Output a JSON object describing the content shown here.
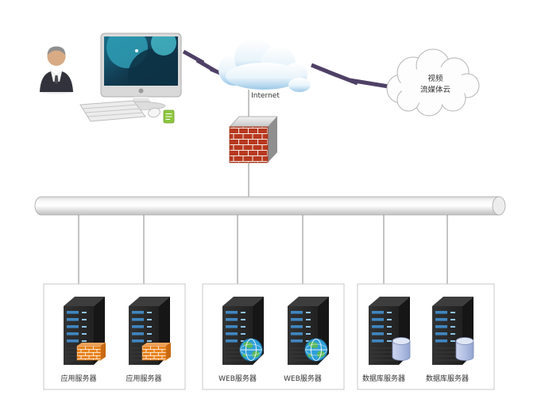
{
  "diagram": {
    "internet_cloud": {
      "label": "Internet"
    },
    "media_cloud": {
      "line1": "视频",
      "line2": "流媒体云"
    },
    "server_groups": {
      "app": {
        "label1": "应用服务器",
        "label2": "应用服务器"
      },
      "web": {
        "label1": "WEB服务器",
        "label2": "WEB服务器"
      },
      "db": {
        "label1": "数据库服务器",
        "label2": "数据库服务器"
      }
    }
  },
  "colors": {
    "lightning": "#4e4066",
    "firewall_brick": "#b8391f",
    "mini_firewall_brick": "#e8821c",
    "server_led": "#3f86c0",
    "globe_ocean": "#2d9fd8",
    "database_fill": "#aebbde"
  }
}
